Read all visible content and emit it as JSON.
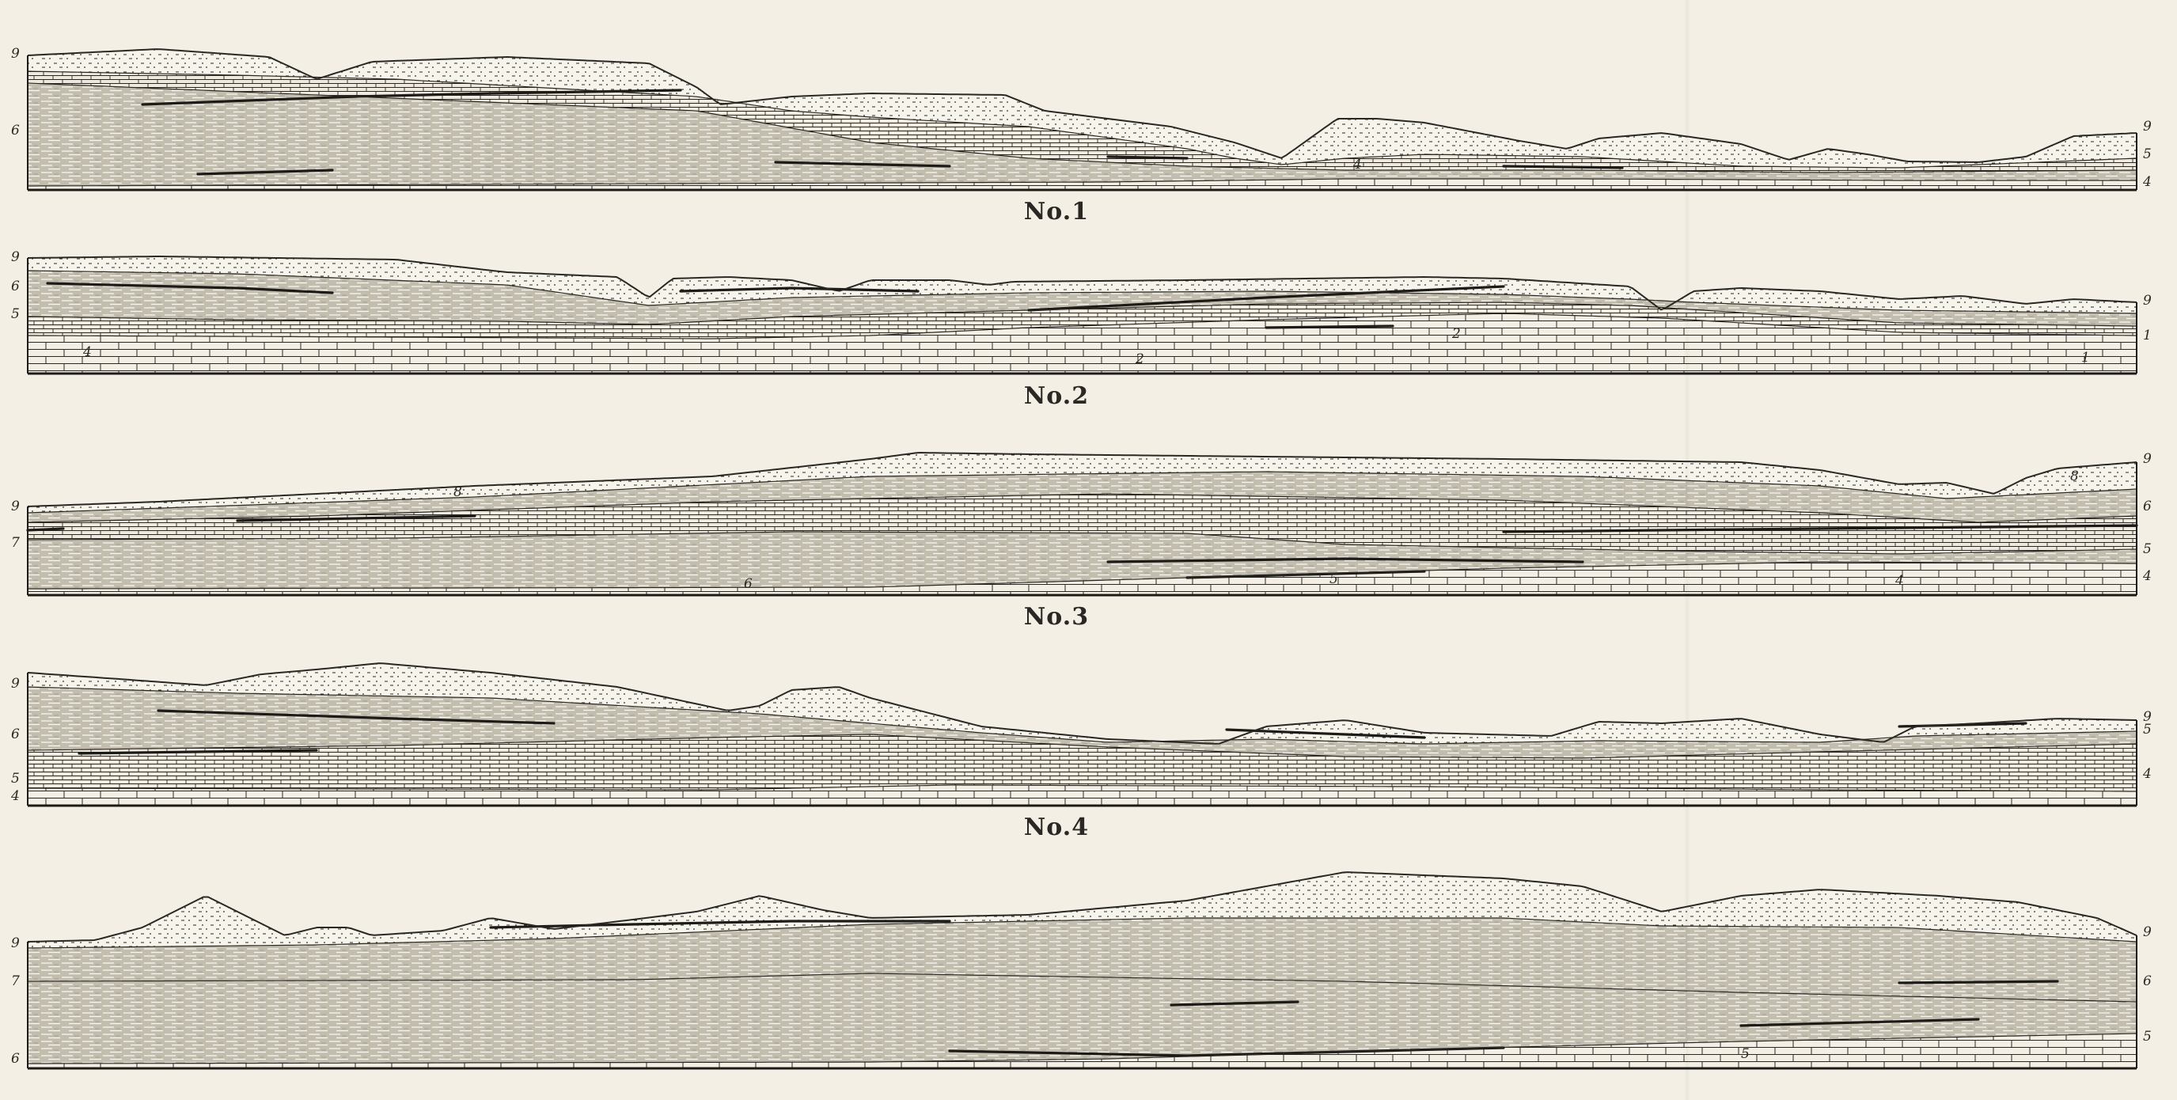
{
  "sections": [
    {
      "caption": "No.1",
      "left_labels": [
        "9",
        "6"
      ],
      "right_labels": [
        "9",
        "5",
        "4"
      ],
      "inner_labels": [
        "4"
      ]
    },
    {
      "caption": "No.2",
      "left_labels": [
        "9",
        "6",
        "5"
      ],
      "right_labels": [
        "9",
        "1"
      ],
      "inner_labels": [
        "4",
        "2",
        "2",
        "1"
      ]
    },
    {
      "caption": "No.3",
      "left_labels": [
        "9",
        "7"
      ],
      "right_labels": [
        "9",
        "6",
        "5",
        "4"
      ],
      "inner_labels": [
        "8",
        "8",
        "6",
        "5",
        "4"
      ]
    },
    {
      "caption": "No.4",
      "left_labels": [
        "9",
        "6",
        "5",
        "4"
      ],
      "right_labels": [
        "9",
        "5",
        "4"
      ],
      "inner_labels": []
    },
    {
      "caption": "",
      "left_labels": [
        "9",
        "7",
        "6"
      ],
      "right_labels": [
        "9",
        "6",
        "5"
      ],
      "inner_labels": [
        "5"
      ]
    }
  ],
  "colors": {
    "paper": "#f3efe4",
    "ink": "#2a2824",
    "shale": "#b8b2a3",
    "limestone": "#f3efe4",
    "sandstone": "#f7f4ec"
  }
}
